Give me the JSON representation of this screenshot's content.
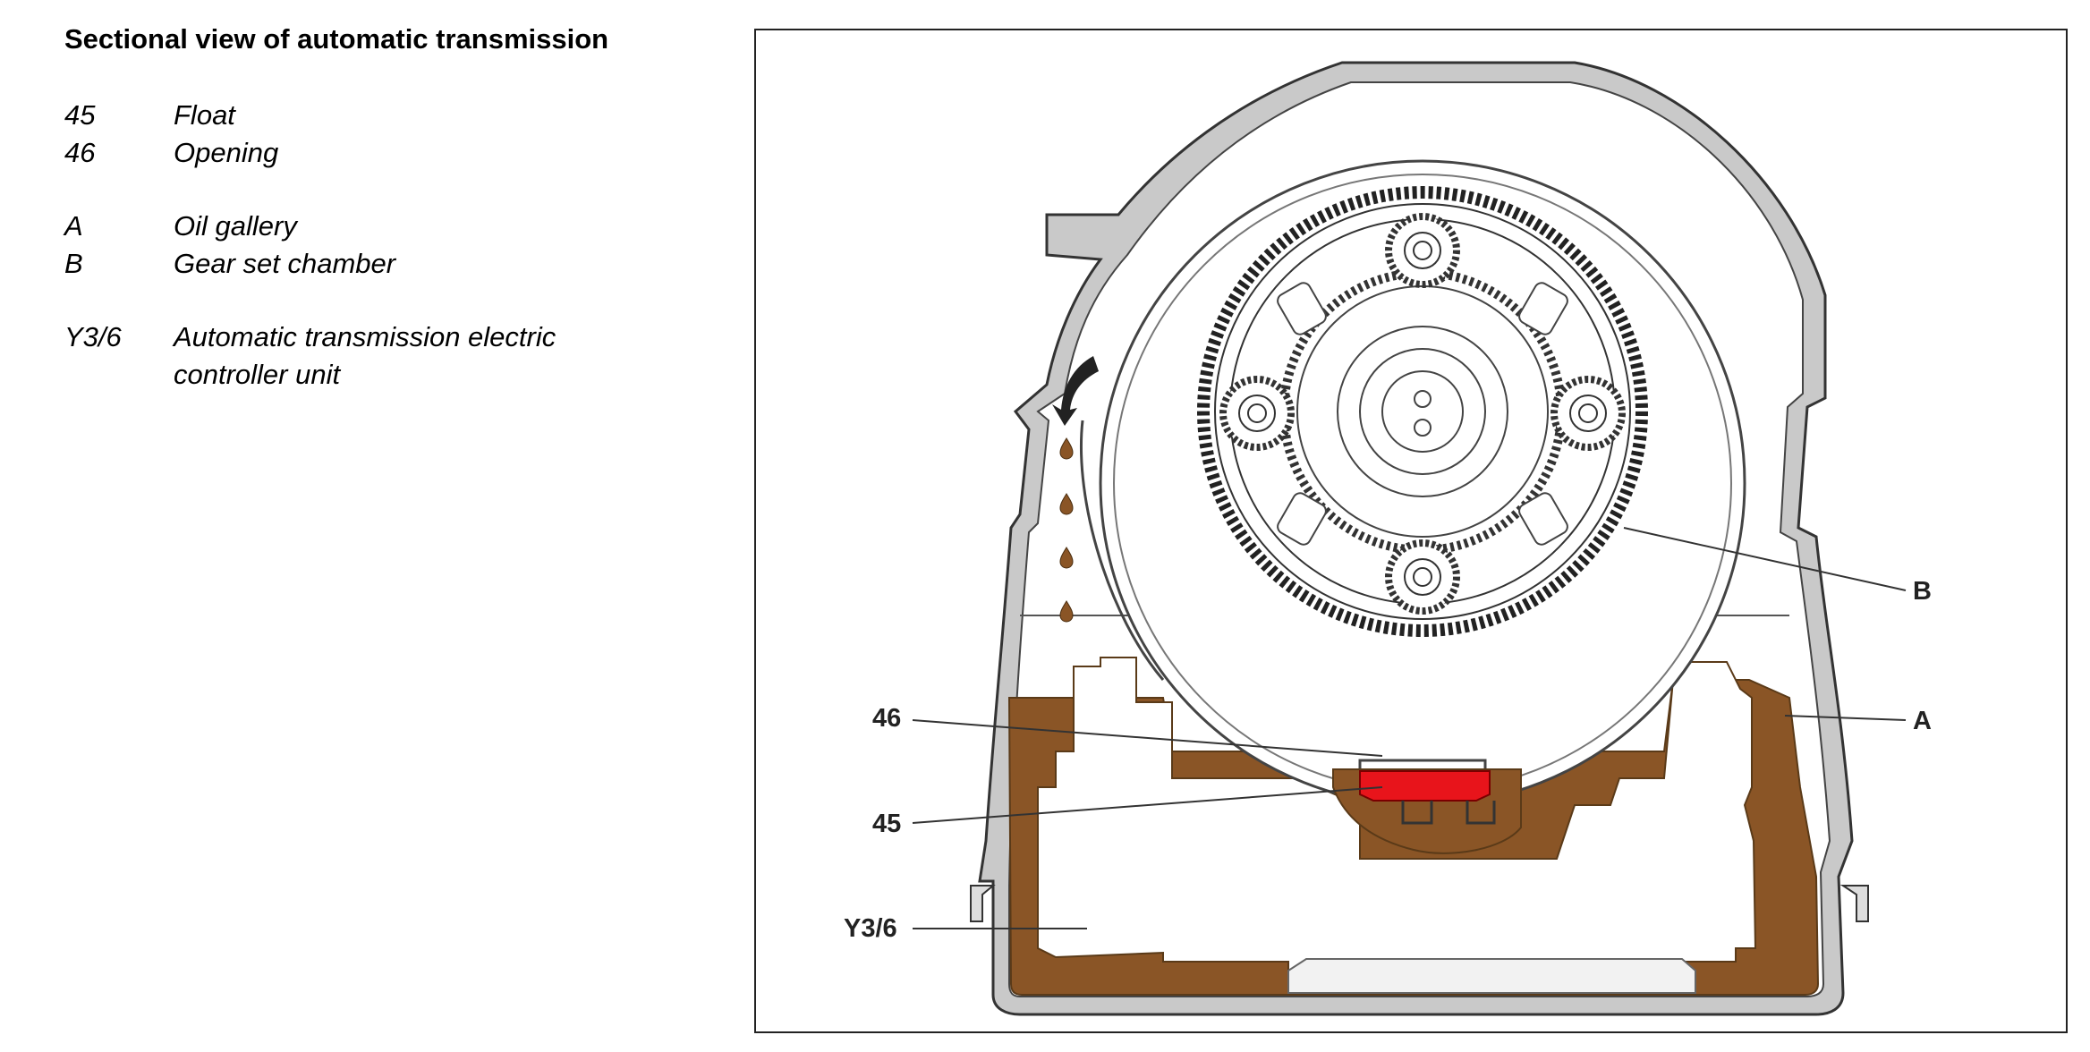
{
  "title": "Sectional view of automatic transmission",
  "legend": [
    {
      "key": "45",
      "desc": "Float"
    },
    {
      "key": "46",
      "desc": "Opening"
    },
    {
      "key": "A",
      "desc": "Oil gallery"
    },
    {
      "key": "B",
      "desc": "Gear set chamber"
    },
    {
      "key": "Y3/6",
      "desc": "Automatic transmission electric controller unit"
    }
  ],
  "callouts": {
    "c46": "46",
    "c45": "45",
    "cY36": "Y3/6",
    "cB": "B",
    "cA": "A"
  },
  "colors": {
    "oil": "#8a5526",
    "float": "#e8141b",
    "housing": "#c9c9c9",
    "line": "#333333"
  }
}
